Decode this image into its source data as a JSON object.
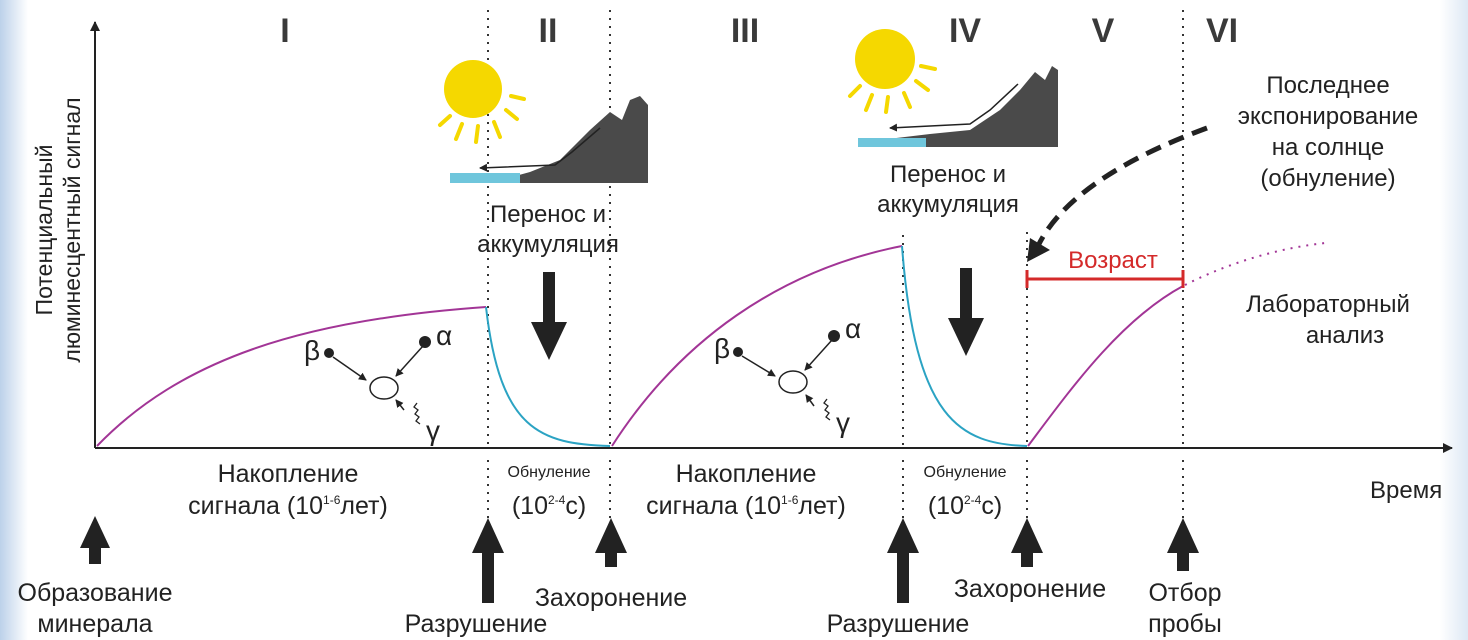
{
  "colors": {
    "accumulation_curve": "#a23596",
    "reset_curve": "#2ba3c3",
    "age_bar": "#d42a2a",
    "sun": "#f5d800",
    "mountain": "#4a4a4a",
    "water": "#6fc6dc"
  },
  "axis": {
    "y_label_line1": "Потенциальный",
    "y_label_line2": "люминесцентный сигнал",
    "x_label": "Время"
  },
  "stages": [
    "I",
    "II",
    "III",
    "IV",
    "V",
    "VI"
  ],
  "phases": {
    "accumulation1": {
      "line1": "Накопление",
      "line2_prefix": "сигнала (10",
      "line2_sup": "1-6",
      "line2_suffix": "лет)"
    },
    "reset1": {
      "line1": "Обнуление",
      "line2_prefix": "(10",
      "line2_sup": "2-4",
      "line2_suffix": "с)"
    },
    "accumulation2": {
      "line1": "Накопление",
      "line2_prefix": "сигнала (10",
      "line2_sup": "1-6",
      "line2_suffix": "лет)"
    },
    "reset2": {
      "line1": "Обнуление",
      "line2_prefix": "(10",
      "line2_sup": "2-4",
      "line2_suffix": "с)"
    }
  },
  "transport": [
    {
      "line1": "Перенос и",
      "line2": "аккумуляция"
    },
    {
      "line1": "Перенос и",
      "line2": "аккумуляция"
    }
  ],
  "radiation": {
    "alpha": "α",
    "beta": "β",
    "gamma": "γ"
  },
  "last_exposure": {
    "line1": "Последнее",
    "line2": "экспонирование",
    "line3": "на солнце",
    "line4": "(обнуление)"
  },
  "age_label": "Возраст",
  "lab_analysis": {
    "line1": "Лабораторный",
    "line2": "анализ"
  },
  "events": {
    "formation": {
      "line1": "Образование",
      "line2": "минерала"
    },
    "destruction1": "Разрушение",
    "burial1": "Захоронение",
    "destruction2": "Разрушение",
    "burial2": "Захоронение",
    "sampling": {
      "line1": "Отбор",
      "line2": "пробы"
    }
  }
}
